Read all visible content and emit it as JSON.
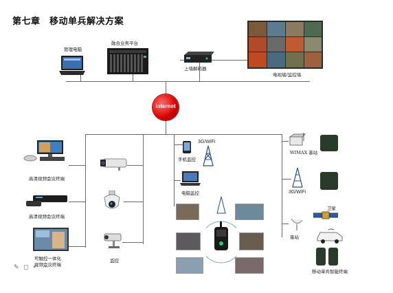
{
  "title": "第七章　移动单兵解决方案",
  "top": {
    "mgmt_pc": "管理电脑",
    "fusion_platform": "融合业务平台",
    "decoder": "上墙解码器",
    "tv_wall": "电视墙/监控墙"
  },
  "internet": "internet",
  "left": {
    "hd_video_1": "高清视频会议终端",
    "hd_video_2": "高清视频会议终端",
    "portable_line1": "可触控一体化",
    "portable_line2": "视频会议终端"
  },
  "middle": {
    "monitor": "监控",
    "phone_label": "3G/WiFi",
    "phone_monitor": "手机监控",
    "pc_monitor": "电脑监控"
  },
  "right": {
    "wimax": "WIMAX 基站",
    "wifi": "3G/WiFi",
    "base_station": "基站",
    "satellite": "卫星",
    "soldier_terminal": "移动单兵智能终端"
  },
  "colors": {
    "internet": "#d40000",
    "line": "#6a6a6a"
  }
}
